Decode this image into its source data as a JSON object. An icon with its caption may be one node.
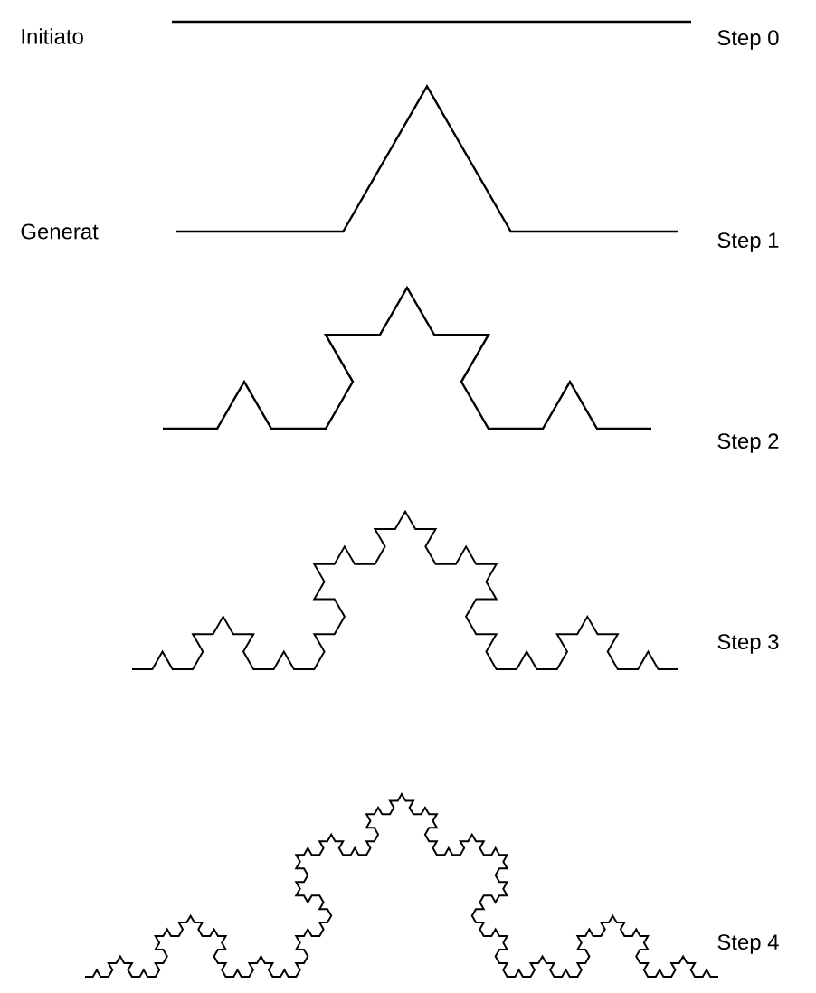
{
  "diagram": {
    "labels": [
      "Initiato",
      "Step 0",
      "Generat",
      "Step 1",
      "Step 2",
      "Step 3",
      "Step 4"
    ]
  }
}
